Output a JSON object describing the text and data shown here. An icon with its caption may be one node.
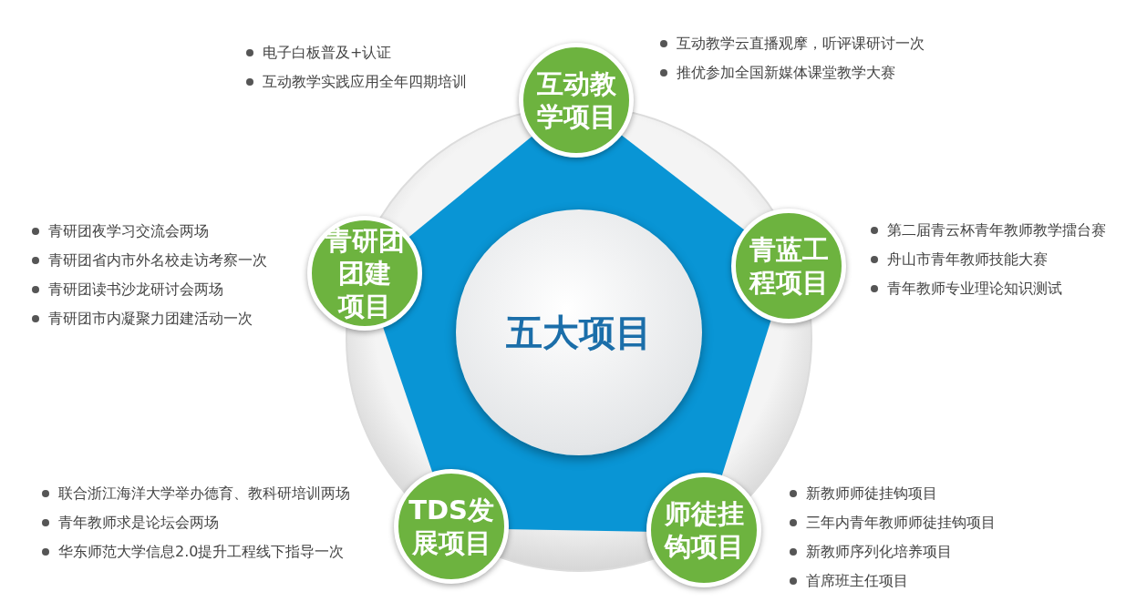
{
  "diagram": {
    "nodes": [
      {
        "text": [
          "五大项目"
        ]
      },
      {
        "text": [
          "互动教学项目"
        ],
        "beside": [
          "电子白板普及+认证",
          "互动教学实践应用全年四期培训",
          "互动教学云直播观摩，听评课研讨一次",
          "推优参加全国新媒体课堂教学大赛"
        ]
      },
      {
        "text": [
          "青研团团建项目"
        ],
        "beside": [
          "青研团夜学习交流会两场",
          "青研团省内市外名校走访考察一次",
          "青研团读书沙龙研讨会两场",
          "青研团市内凝聚力团建活动一次"
        ]
      },
      {
        "text": [
          "青蓝工程项目"
        ],
        "beside": [
          "第二届青云杯青年教师教学擂台赛",
          "舟山市青年教师技能大赛",
          "青年教师专业理论知识测试"
        ]
      },
      {
        "text": [
          "TDS发展项目"
        ],
        "beside": [
          "联合浙江海洋大学举办德育、教科研培训两场",
          "青年教师求是论坛会两场",
          "华东师范大学信息2.0提升工程线下指导一次"
        ]
      },
      {
        "text": [
          "师徒挂钩项目"
        ],
        "beside": [
          "新教师师徒挂钩项目",
          "三年内青年教师师徒挂钩项目",
          "新教师序列化培养项目",
          "首席班主任项目"
        ]
      }
    ]
  }
}
